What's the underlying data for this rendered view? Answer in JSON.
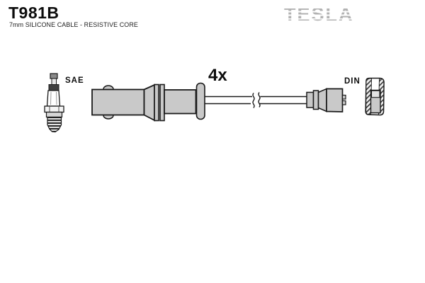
{
  "header": {
    "part_number": "T981B",
    "subtitle": "7mm SILICONE CABLE - RESISTIVE CORE",
    "brand": "TESLA"
  },
  "diagram": {
    "quantity_label": "4x",
    "sae_label": "SAE",
    "din_label": "DIN"
  },
  "colors": {
    "part_fill": "#c9c9c9",
    "outline": "#1a1a1a",
    "brand_gray": "#b2b2b2"
  }
}
